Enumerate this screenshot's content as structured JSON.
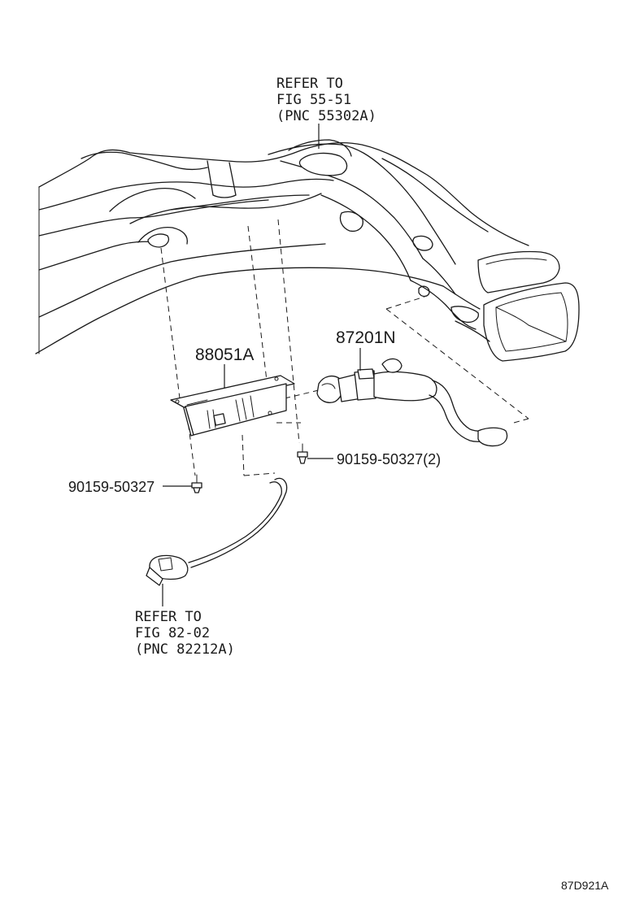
{
  "diagram": {
    "labels": {
      "refer_top_line1": "REFER TO",
      "refer_top_line2": "FIG 55-51",
      "refer_top_line3": "(PNC 55302A)",
      "part_88051a": "88051A",
      "part_87201n": "87201N",
      "bolt_right": "90159-50327(2)",
      "bolt_left": "90159-50327",
      "refer_bottom_line1": "REFER TO",
      "refer_bottom_line2": "FIG 82-02",
      "refer_bottom_line3": "(PNC 82212A)",
      "figure_code": "87D921A"
    }
  }
}
